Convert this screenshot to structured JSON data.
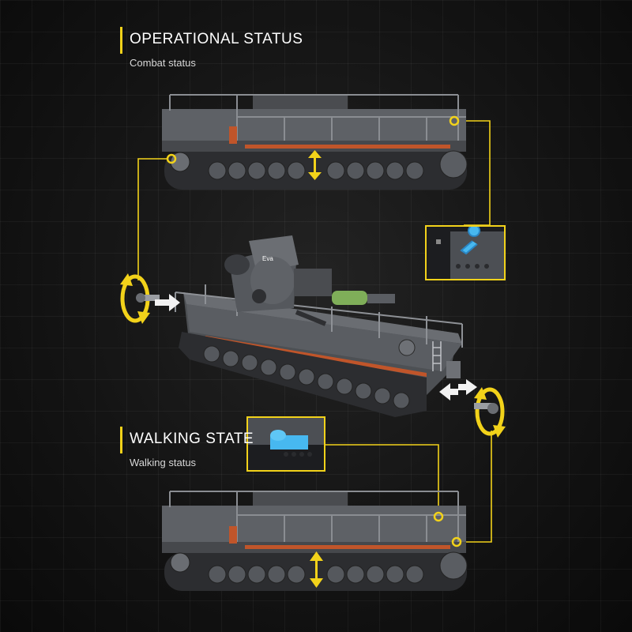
{
  "sections": {
    "operational": {
      "title": "OPERATIONAL STATUS",
      "subtitle": "Combat status"
    },
    "walking": {
      "title": "WALKING STATE",
      "subtitle": "Walking status"
    }
  },
  "model": {
    "turret_label": "Eva"
  },
  "colors": {
    "accent": "#f2d21a",
    "hull": "#5e6166",
    "hull_dark": "#3a3c40",
    "stripe": "#c0552a",
    "shell": "#7fae59",
    "inset_blue": "#47b8f0"
  },
  "icons": [
    "rotate-arrow-icon",
    "vertical-arrow-icon",
    "white-arrow-icon"
  ]
}
